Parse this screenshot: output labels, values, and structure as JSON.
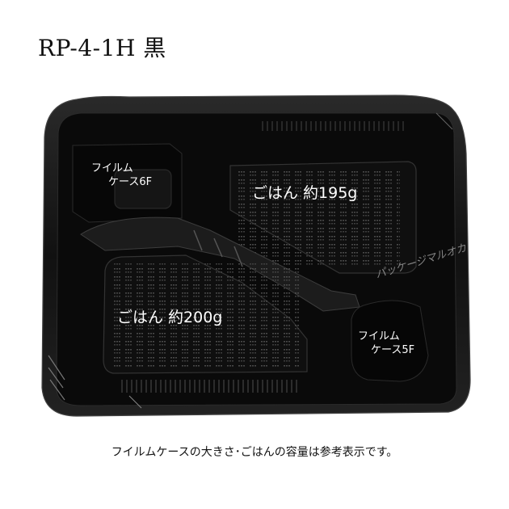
{
  "title": "RP-4-1H 黒",
  "product": {
    "color": "#0d0d0d",
    "compartments": [
      {
        "id": "film-case-6f",
        "line1": "フイルム",
        "line2": "ケース6F"
      },
      {
        "id": "rice-195",
        "text": "ごはん 約195g"
      },
      {
        "id": "rice-200",
        "text": "ごはん 約200g"
      },
      {
        "id": "film-case-5f",
        "line1": "フイルム",
        "line2": "ケース5F"
      }
    ]
  },
  "watermark": "パッケージマルオカ",
  "caption": "フイルムケースの大きさ･ごはんの容量は参考表示です。"
}
